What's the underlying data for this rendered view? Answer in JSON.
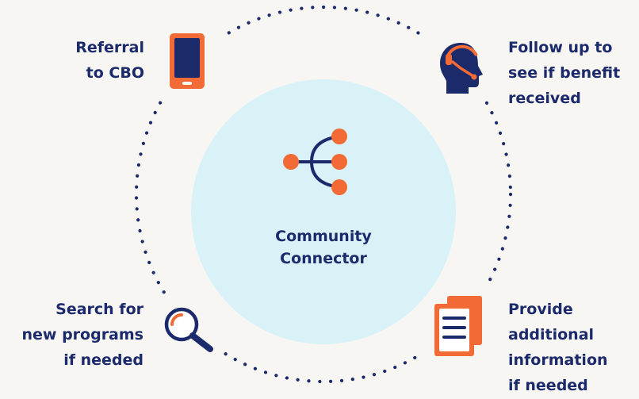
{
  "diagram": {
    "center": {
      "line1": "Community",
      "line2": "Connector",
      "icon": "hub-branch-icon"
    },
    "steps": [
      {
        "id": "referral",
        "lines": [
          "Referral",
          "to CBO"
        ],
        "icon": "smartphone-icon"
      },
      {
        "id": "followup",
        "lines": [
          "Follow up to",
          "see if benefit",
          "received"
        ],
        "icon": "headset-agent-icon"
      },
      {
        "id": "provide",
        "lines": [
          "Provide",
          "additional",
          "information",
          "if needed"
        ],
        "icon": "documents-icon"
      },
      {
        "id": "search",
        "lines": [
          "Search for",
          "new programs",
          "if needed"
        ],
        "icon": "magnifier-icon"
      }
    ],
    "colors": {
      "navy": "#1b2a6b",
      "orange": "#f26a35",
      "light_blue": "#d9f2f8",
      "background": "#f8f6f3"
    }
  }
}
